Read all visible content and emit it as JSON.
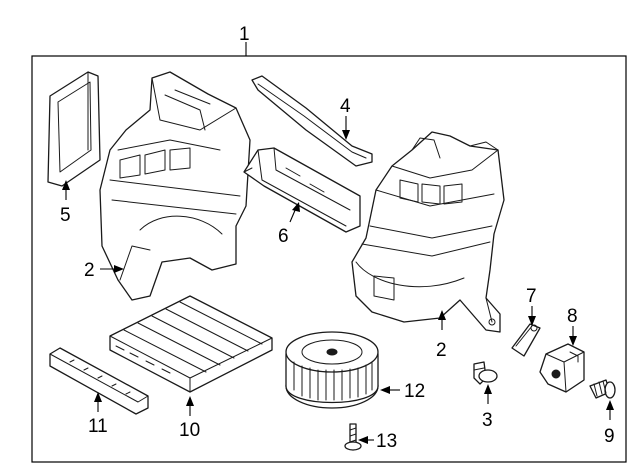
{
  "callouts": {
    "c1": "1",
    "c2a": "2",
    "c2b": "2",
    "c3": "3",
    "c4": "4",
    "c5": "5",
    "c6": "6",
    "c7": "7",
    "c8": "8",
    "c9": "9",
    "c10": "10",
    "c11": "11",
    "c12": "12",
    "c13": "13"
  },
  "colors": {
    "line": "#1a1a1a",
    "background": "#ffffff"
  }
}
